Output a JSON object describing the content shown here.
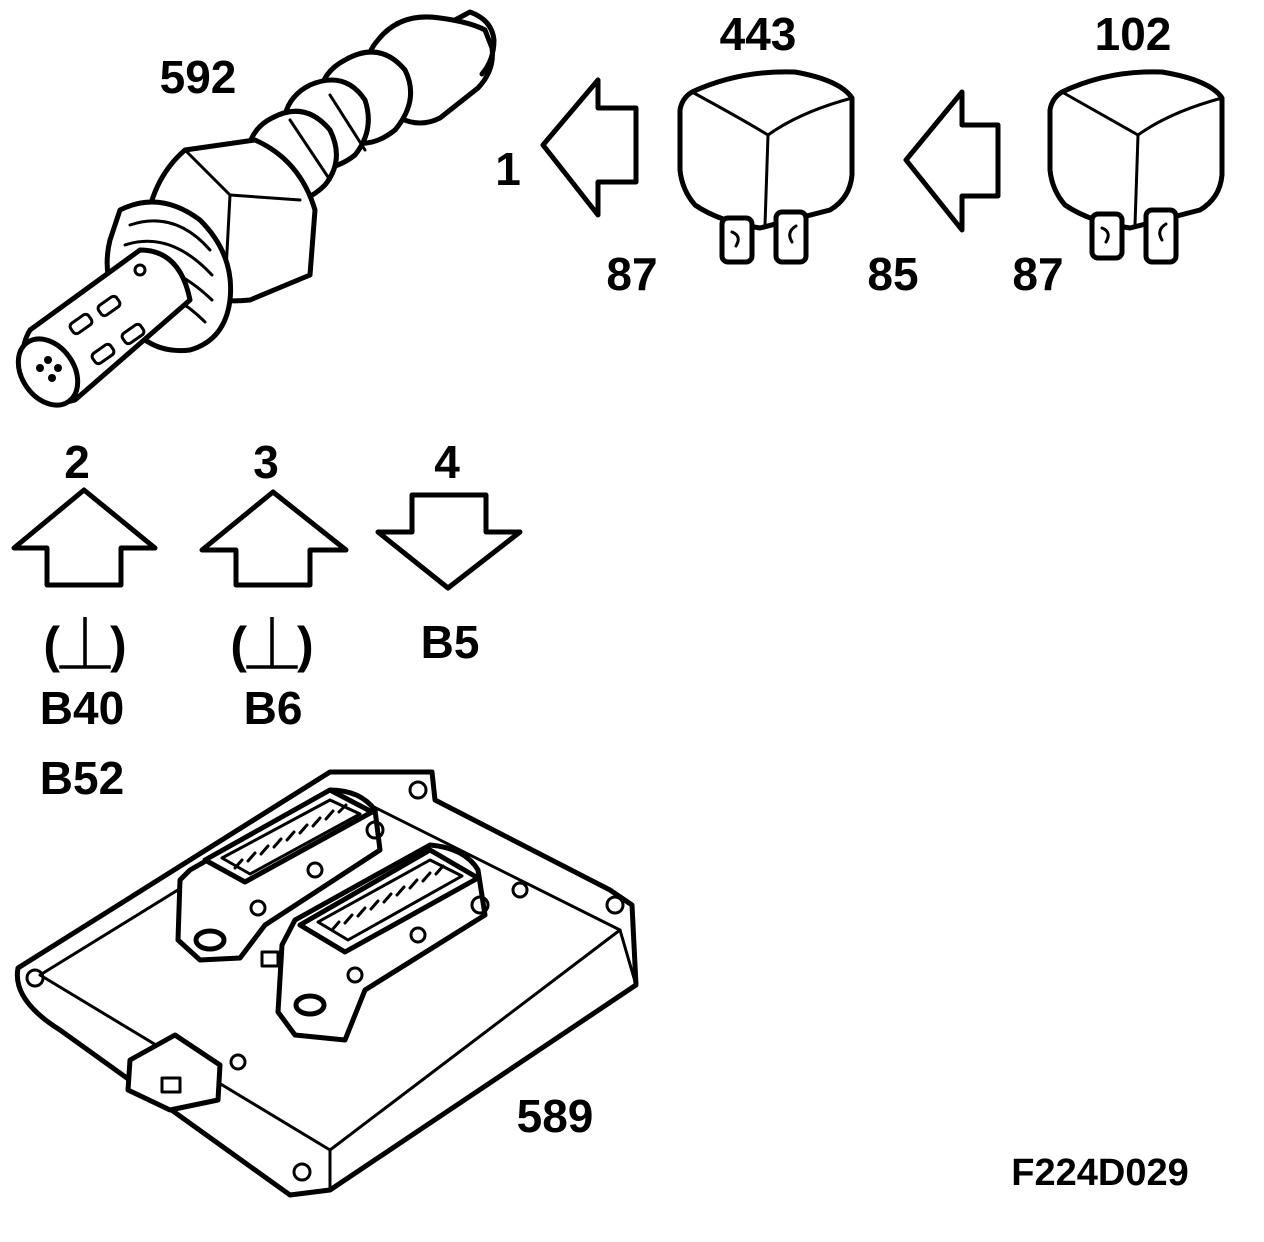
{
  "components": {
    "sensor_id": "592",
    "relay_a_id": "443",
    "relay_b_id": "102",
    "control_unit_id": "589"
  },
  "pins": {
    "relay_a_pin": "87",
    "relay_a_input": "85",
    "relay_b_pin": "87"
  },
  "connections": [
    {
      "num": "1",
      "direction": "left"
    },
    {
      "num": "2",
      "direction": "up",
      "symbol": "(⏊)",
      "codes": [
        "B40",
        "B52"
      ]
    },
    {
      "num": "3",
      "direction": "up",
      "symbol": "(⏊)",
      "codes": [
        "B6"
      ]
    },
    {
      "num": "4",
      "direction": "down",
      "codes": [
        "B5"
      ]
    }
  ],
  "figure_id": "F224D029"
}
